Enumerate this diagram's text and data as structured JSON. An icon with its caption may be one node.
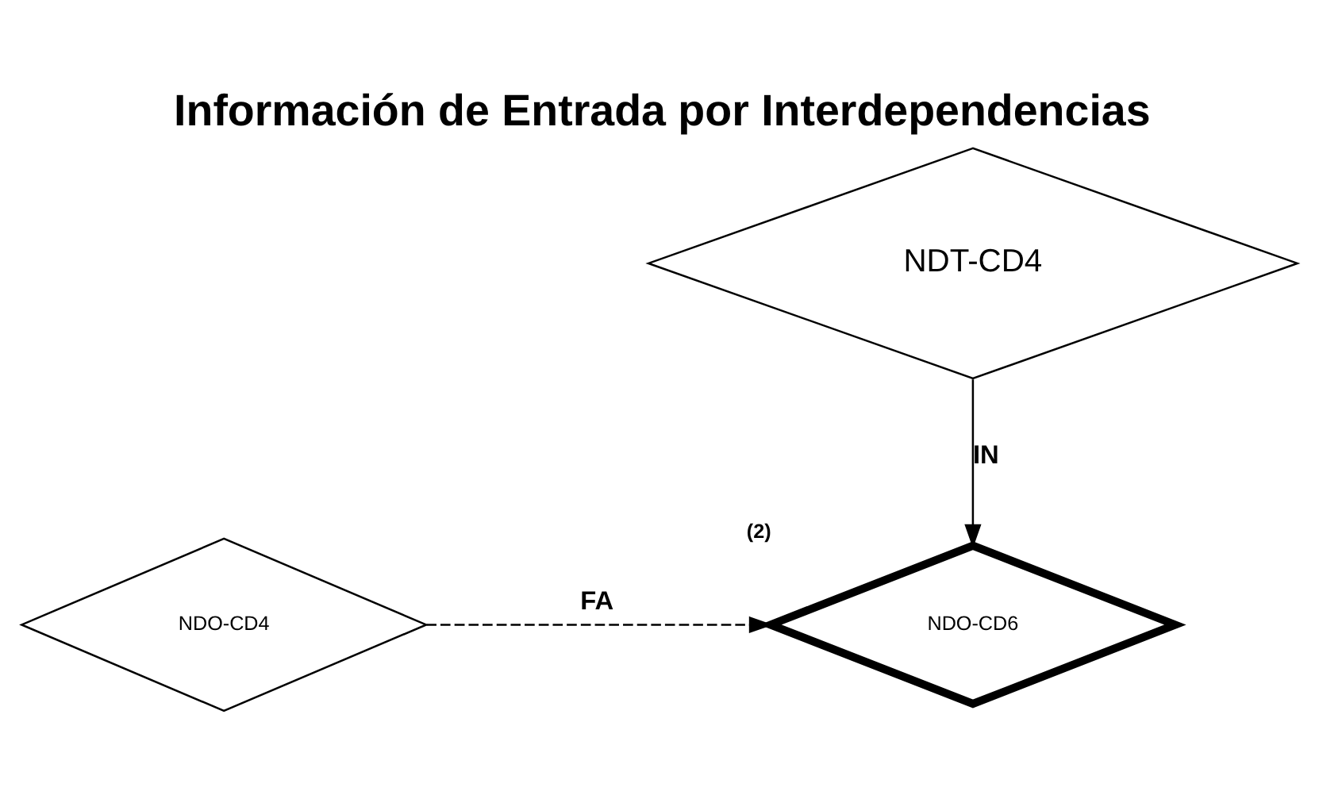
{
  "diagram": {
    "title": "Información de Entrada por Interdependencias",
    "nodes": [
      {
        "text": [
          "NDT-CD4"
        ]
      },
      {
        "text": [
          "NDO-CD4"
        ]
      },
      {
        "text": [
          "NDO-CD6"
        ],
        "beside": [
          "(2)"
        ]
      }
    ],
    "edges": [
      {
        "from": 0,
        "to": 2,
        "arrow": "to",
        "label": "IN"
      },
      {
        "from": 1,
        "to": 2,
        "arrow": "to",
        "label": "FA",
        "style": "dashed"
      }
    ]
  }
}
